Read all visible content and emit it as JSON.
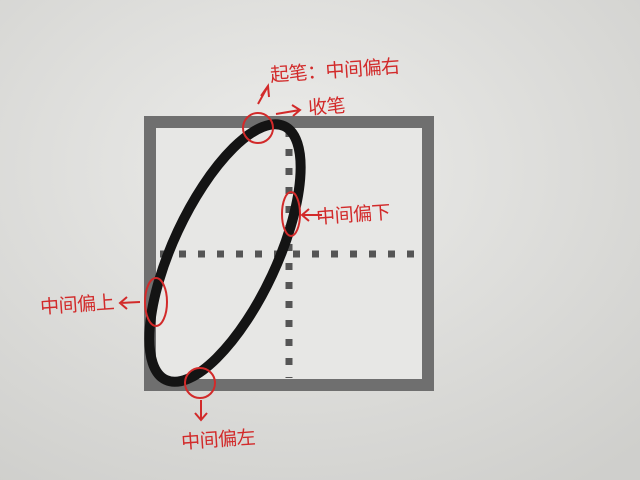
{
  "annotations": {
    "start": "起笔：中间偏右",
    "end": "收笔",
    "right_side": "中间偏下",
    "left_side": "中间偏上",
    "bottom": "中间偏左"
  },
  "colors": {
    "paper": "#e4e4e2",
    "grid_border": "#6f6f6f",
    "ink": "#141414",
    "annotation_red": "#d22a2a"
  }
}
